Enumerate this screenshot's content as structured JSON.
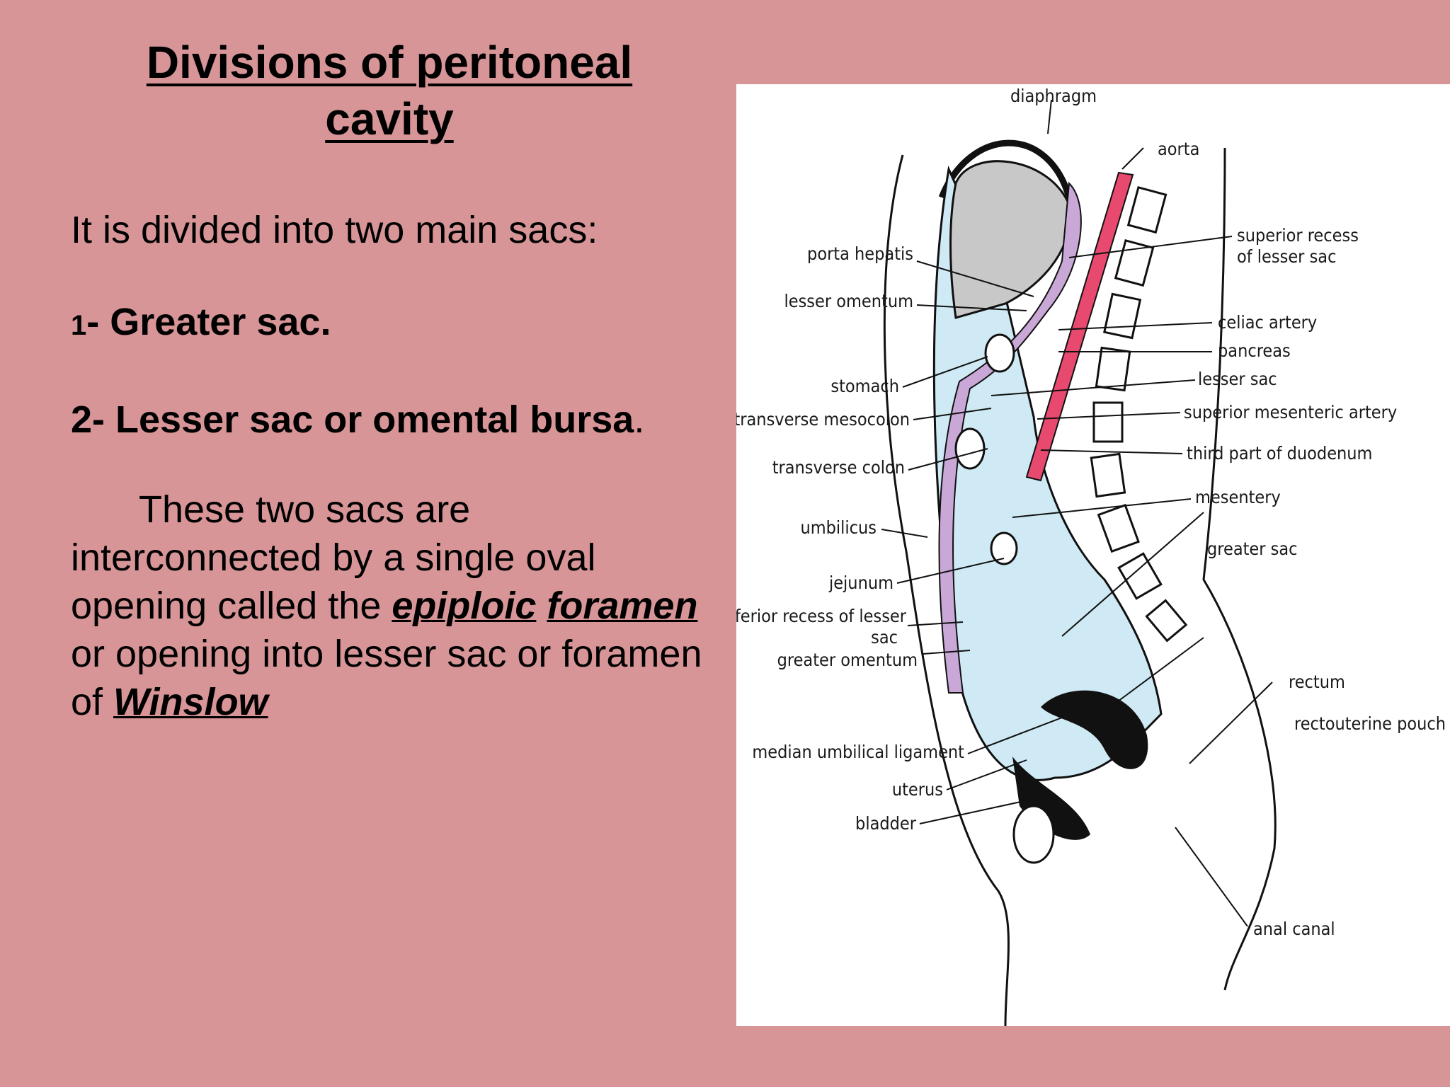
{
  "slide": {
    "title_line1": "Divisions of peritoneal",
    "title_line2": "cavity",
    "intro": "It is divided into two main sacs:",
    "item1_num": "1",
    "item1_text": "- Greater sac.",
    "item2_text": "2- Lesser sac or omental bursa",
    "item2_period": ".",
    "para_part1": "These two sacs are interconnected by a single oval opening called  the ",
    "term_epiploic": "epiploic",
    "term_foramen": "foramen",
    "para_part2": " or opening into lesser sac or foramen of ",
    "term_winslow": "Winslow"
  },
  "diagram": {
    "labels": {
      "diaphragm": "diaphragm",
      "aorta": "aorta",
      "superior_recess_1": "superior recess",
      "superior_recess_2": "of lesser sac",
      "porta_hepatis": "porta hepatis",
      "lesser_omentum": "lesser omentum",
      "celiac_artery": "celiac artery",
      "pancreas": "pancreas",
      "lesser_sac": "lesser sac",
      "stomach": "stomach",
      "transverse_mesocolon": "transverse mesocolon",
      "superior_mesenteric_artery": "superior mesenteric artery",
      "third_part_duodenum": "third part of duodenum",
      "transverse_colon": "transverse colon",
      "mesentery": "mesentery",
      "umbilicus": "umbilicus",
      "greater_sac": "greater sac",
      "jejunum": "jejunum",
      "inferior_recess_1": "inferior recess of lesser",
      "inferior_recess_2": "sac",
      "greater_omentum": "greater omentum",
      "rectum": "rectum",
      "rectouterine_pouch": "rectouterine pouch",
      "median_umbilical_ligament": "median umbilical ligament",
      "uterus": "uterus",
      "bladder": "bladder",
      "anal_canal": "anal canal"
    },
    "colors": {
      "greater_sac_fill": "#CFEAF4",
      "lesser_sac_fill": "#C9A8D8",
      "aorta_fill": "#E8496E",
      "outline": "#111111"
    }
  }
}
